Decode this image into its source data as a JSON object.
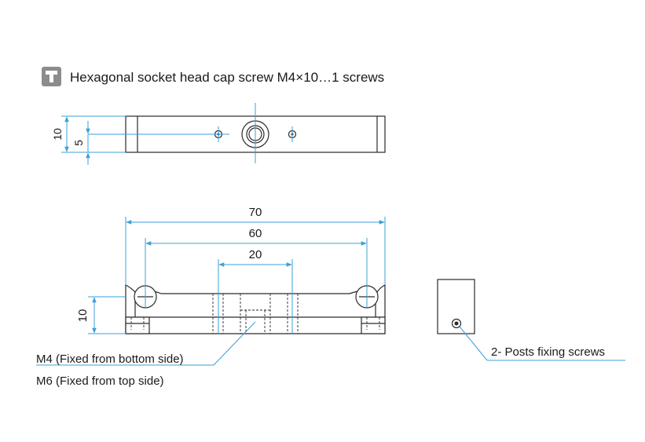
{
  "header": {
    "icon": "screw-icon",
    "title": "Hexagonal socket head cap screw M4×10…1 screws"
  },
  "top_view": {
    "dim_height": "10",
    "dim_center": "5"
  },
  "front_view": {
    "dim_overall": "70",
    "dim_holes": "60",
    "dim_center": "20",
    "dim_height": "10"
  },
  "callouts": {
    "m4": "M4 (Fixed from bottom side)",
    "m6": "M6 (Fixed from top side)",
    "posts": "2- Posts fixing screws"
  },
  "colors": {
    "dimension_line": "#3aa0d8",
    "outline": "#2a2a2a",
    "icon_bg": "#8c8c8c"
  }
}
